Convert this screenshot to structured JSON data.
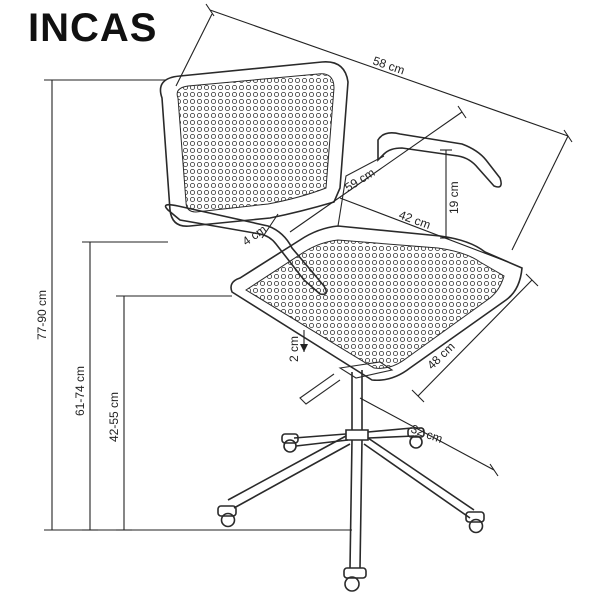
{
  "title": "INCAS",
  "dimensions": {
    "depth_overall": "58 cm",
    "armrest_depth": "59 cm",
    "armrest_height": "19 cm",
    "seat_width": "42 cm",
    "armrest_width": "4 cm",
    "seat_thickness": "2 cm",
    "seat_depth": "48 cm",
    "base_radius": "32 cm",
    "total_height": "77-90 cm",
    "armrest_floor_height": "61-74 cm",
    "seat_height": "42-55 cm"
  }
}
